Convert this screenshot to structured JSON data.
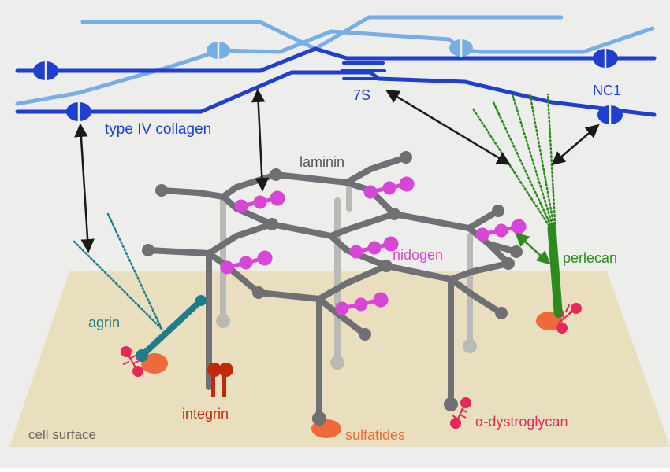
{
  "labels": {
    "type_iv_collagen": "type IV collagen",
    "seven_s": "7S",
    "nc1": "NC1",
    "laminin": "laminin",
    "nidogen": "nidogen",
    "perlecan": "perlecan",
    "agrin": "agrin",
    "integrin": "integrin",
    "sulfatides": "sulfatides",
    "alpha_dystroglycan": "α-dystroglycan",
    "cell_surface": "cell surface"
  },
  "colors": {
    "background": "#ededec",
    "cell_surface": "#e9dfbe",
    "collagen_dark": "#1f3fcf",
    "collagen_light": "#78aee6",
    "laminin": "#6f6f74",
    "laminin_light": "#b9b9b6",
    "nidogen": "#d846d8",
    "perlecan": "#2d8a1c",
    "agrin": "#1f7c8a",
    "integrin": "#c0290c",
    "sulfatides": "#ee6a3c",
    "dystroglycan": "#e8275a",
    "arrow": "#1a1a1a"
  }
}
